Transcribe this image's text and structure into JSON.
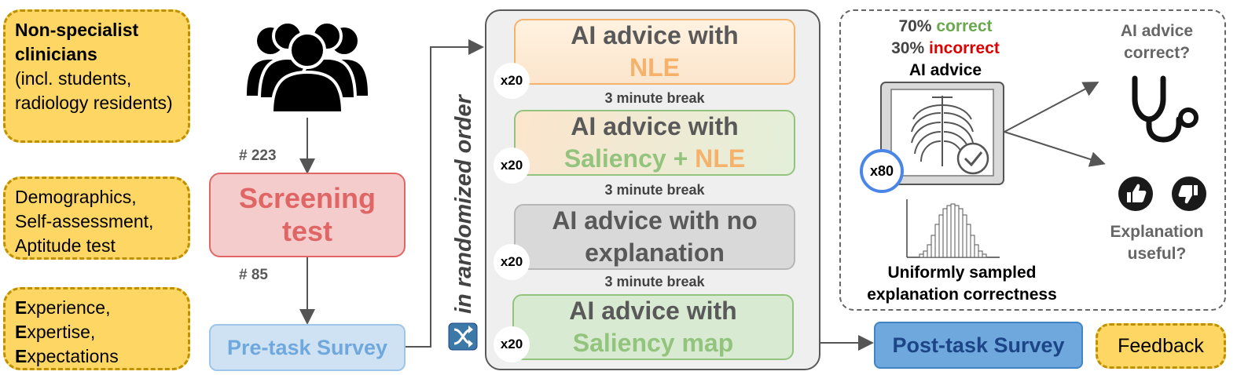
{
  "participants": {
    "title": "Non-specialist clinicians",
    "detail": "(incl. students, radiology residents)"
  },
  "screening_inputs": {
    "lines": [
      "Demographics,",
      "Self-assessment,",
      "Aptitude test"
    ]
  },
  "survey_inputs": {
    "items": [
      {
        "initial": "E",
        "rest": "xperience,"
      },
      {
        "initial": "E",
        "rest": "xpertise,"
      },
      {
        "initial": "E",
        "rest": "xpectations"
      }
    ]
  },
  "flow": {
    "count_before": "# 223",
    "screening_line1": "Screening",
    "screening_line2": "test",
    "count_after": "# 85",
    "pre_survey": "Pre-task Survey",
    "randomized": "in randomized order",
    "post_survey": "Post-task Survey",
    "feedback": "Feedback"
  },
  "conditions": [
    {
      "line1": "AI advice with",
      "part_a": "NLE",
      "part_a_color": "#f6b26b",
      "badge": "x20"
    },
    {
      "line1": "AI advice with",
      "part_a": "Saliency",
      "part_a_color": "#93c47d",
      "joiner": " + ",
      "part_b": "NLE",
      "part_b_color": "#f6b26b",
      "badge": "x20"
    },
    {
      "line1": "AI advice with no",
      "part_a": "explanation",
      "part_a_color": "#595959",
      "badge": "x20"
    },
    {
      "line1": "AI advice with",
      "part_a": "Saliency map",
      "part_a_color": "#93c47d",
      "badge": "x20"
    }
  ],
  "breaks": [
    "3 minute break",
    "3 minute break",
    "3 minute break"
  ],
  "detail_panel": {
    "pct_correct": "70%",
    "word_correct": "correct",
    "pct_incorrect": "30%",
    "word_incorrect": "incorrect",
    "advice_label": "AI advice",
    "case_badge": "x80",
    "question_correct": "AI advice correct?",
    "question_useful": "Explanation useful?",
    "sampling_label": "Uniformly sampled explanation correctness",
    "icons": [
      "xray-icon",
      "checkmark-icon",
      "stethoscope-icon",
      "thumbs-up-icon",
      "thumbs-down-icon",
      "histogram-icon",
      "shuffle-icon",
      "people-icon"
    ]
  },
  "colors": {
    "correct": "#6aa84f",
    "incorrect": "#e00000",
    "screening": "#e06666",
    "survey": "#6fa8dc",
    "highlight": "#fdd663",
    "badge_ring": "#4a86e8"
  }
}
